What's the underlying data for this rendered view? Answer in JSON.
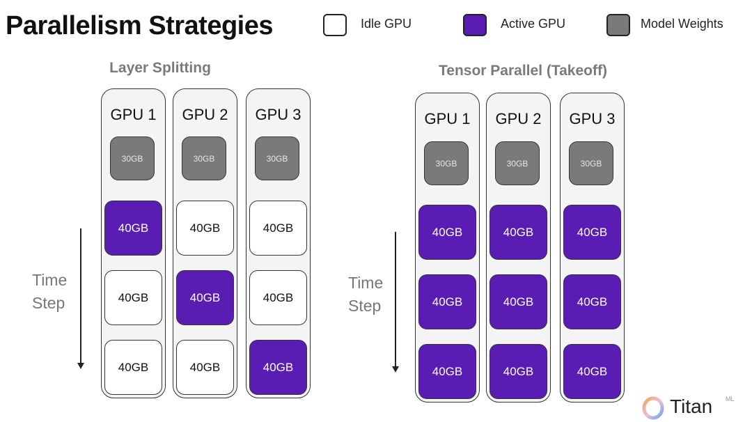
{
  "title": "Parallelism Strategies",
  "legend": [
    {
      "label": "Idle GPU",
      "color": "#ffffff"
    },
    {
      "label": "Active GPU",
      "color": "#5a1db3"
    },
    {
      "label": "Model Weights",
      "color": "#7a7a7a"
    }
  ],
  "panels": [
    {
      "title": "Layer Splitting",
      "time_label": [
        "Time",
        "Step"
      ],
      "gpus": [
        {
          "label": "GPU 1",
          "weights": "30GB",
          "layers": [
            {
              "size": "40GB",
              "state": "active"
            },
            {
              "size": "40GB",
              "state": "idle"
            },
            {
              "size": "40GB",
              "state": "idle"
            }
          ]
        },
        {
          "label": "GPU 2",
          "weights": "30GB",
          "layers": [
            {
              "size": "40GB",
              "state": "idle"
            },
            {
              "size": "40GB",
              "state": "active"
            },
            {
              "size": "40GB",
              "state": "idle"
            }
          ]
        },
        {
          "label": "GPU 3",
          "weights": "30GB",
          "layers": [
            {
              "size": "40GB",
              "state": "idle"
            },
            {
              "size": "40GB",
              "state": "idle"
            },
            {
              "size": "40GB",
              "state": "active"
            }
          ]
        }
      ]
    },
    {
      "title": "Tensor Parallel (Takeoff)",
      "time_label": [
        "Time",
        "Step"
      ],
      "gpus": [
        {
          "label": "GPU 1",
          "weights": "30GB",
          "layers": [
            {
              "size": "40GB",
              "state": "active"
            },
            {
              "size": "40GB",
              "state": "active"
            },
            {
              "size": "40GB",
              "state": "active"
            }
          ]
        },
        {
          "label": "GPU 2",
          "weights": "30GB",
          "layers": [
            {
              "size": "40GB",
              "state": "active"
            },
            {
              "size": "40GB",
              "state": "active"
            },
            {
              "size": "40GB",
              "state": "active"
            }
          ]
        },
        {
          "label": "GPU 3",
          "weights": "30GB",
          "layers": [
            {
              "size": "40GB",
              "state": "active"
            },
            {
              "size": "40GB",
              "state": "active"
            },
            {
              "size": "40GB",
              "state": "active"
            }
          ]
        }
      ]
    }
  ],
  "logo": {
    "name": "Titan",
    "sup": "ML"
  }
}
